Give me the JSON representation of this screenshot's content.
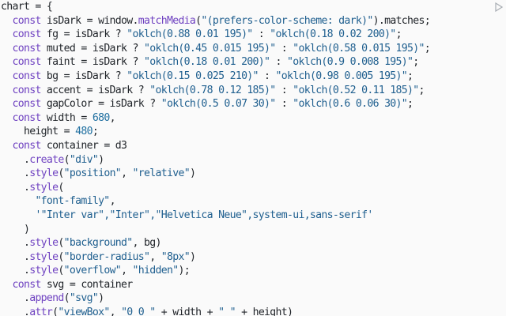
{
  "editor": {
    "lines": [
      [
        {
          "t": "plain",
          "v": "chart = {"
        }
      ],
      [
        {
          "t": "plain",
          "v": "  "
        },
        {
          "t": "kw",
          "v": "const"
        },
        {
          "t": "plain",
          "v": " isDark = window."
        },
        {
          "t": "fn",
          "v": "matchMedia"
        },
        {
          "t": "plain",
          "v": "("
        },
        {
          "t": "str",
          "v": "\"(prefers-color-scheme: dark)\""
        },
        {
          "t": "plain",
          "v": ").matches;"
        }
      ],
      [
        {
          "t": "plain",
          "v": "  "
        },
        {
          "t": "kw",
          "v": "const"
        },
        {
          "t": "plain",
          "v": " fg = isDark ? "
        },
        {
          "t": "str",
          "v": "\"oklch(0.88 0.01 195)\""
        },
        {
          "t": "plain",
          "v": " : "
        },
        {
          "t": "str",
          "v": "\"oklch(0.18 0.02 200)\""
        },
        {
          "t": "plain",
          "v": ";"
        }
      ],
      [
        {
          "t": "plain",
          "v": "  "
        },
        {
          "t": "kw",
          "v": "const"
        },
        {
          "t": "plain",
          "v": " muted = isDark ? "
        },
        {
          "t": "str",
          "v": "\"oklch(0.45 0.015 195)\""
        },
        {
          "t": "plain",
          "v": " : "
        },
        {
          "t": "str",
          "v": "\"oklch(0.58 0.015 195)\""
        },
        {
          "t": "plain",
          "v": ";"
        }
      ],
      [
        {
          "t": "plain",
          "v": "  "
        },
        {
          "t": "kw",
          "v": "const"
        },
        {
          "t": "plain",
          "v": " faint = isDark ? "
        },
        {
          "t": "str",
          "v": "\"oklch(0.18 0.01 200)\""
        },
        {
          "t": "plain",
          "v": " : "
        },
        {
          "t": "str",
          "v": "\"oklch(0.9 0.008 195)\""
        },
        {
          "t": "plain",
          "v": ";"
        }
      ],
      [
        {
          "t": "plain",
          "v": "  "
        },
        {
          "t": "kw",
          "v": "const"
        },
        {
          "t": "plain",
          "v": " bg = isDark ? "
        },
        {
          "t": "str",
          "v": "\"oklch(0.15 0.025 210)\""
        },
        {
          "t": "plain",
          "v": " : "
        },
        {
          "t": "str",
          "v": "\"oklch(0.98 0.005 195)\""
        },
        {
          "t": "plain",
          "v": ";"
        }
      ],
      [
        {
          "t": "plain",
          "v": "  "
        },
        {
          "t": "kw",
          "v": "const"
        },
        {
          "t": "plain",
          "v": " accent = isDark ? "
        },
        {
          "t": "str",
          "v": "\"oklch(0.78 0.12 185)\""
        },
        {
          "t": "plain",
          "v": " : "
        },
        {
          "t": "str",
          "v": "\"oklch(0.52 0.11 185)\""
        },
        {
          "t": "plain",
          "v": ";"
        }
      ],
      [
        {
          "t": "plain",
          "v": "  "
        },
        {
          "t": "kw",
          "v": "const"
        },
        {
          "t": "plain",
          "v": " gapColor = isDark ? "
        },
        {
          "t": "str",
          "v": "\"oklch(0.5 0.07 30)\""
        },
        {
          "t": "plain",
          "v": " : "
        },
        {
          "t": "str",
          "v": "\"oklch(0.6 0.06 30)\""
        },
        {
          "t": "plain",
          "v": ";"
        }
      ],
      [
        {
          "t": "plain",
          "v": "  "
        },
        {
          "t": "kw",
          "v": "const"
        },
        {
          "t": "plain",
          "v": " width = "
        },
        {
          "t": "num",
          "v": "680"
        },
        {
          "t": "plain",
          "v": ","
        }
      ],
      [
        {
          "t": "plain",
          "v": "    height = "
        },
        {
          "t": "num",
          "v": "480"
        },
        {
          "t": "plain",
          "v": ";"
        }
      ],
      [
        {
          "t": "plain",
          "v": "  "
        },
        {
          "t": "kw",
          "v": "const"
        },
        {
          "t": "plain",
          "v": " container = d3"
        }
      ],
      [
        {
          "t": "plain",
          "v": "    ."
        },
        {
          "t": "fn",
          "v": "create"
        },
        {
          "t": "plain",
          "v": "("
        },
        {
          "t": "str",
          "v": "\"div\""
        },
        {
          "t": "plain",
          "v": ")"
        }
      ],
      [
        {
          "t": "plain",
          "v": "    ."
        },
        {
          "t": "fn",
          "v": "style"
        },
        {
          "t": "plain",
          "v": "("
        },
        {
          "t": "str",
          "v": "\"position\""
        },
        {
          "t": "plain",
          "v": ", "
        },
        {
          "t": "str",
          "v": "\"relative\""
        },
        {
          "t": "plain",
          "v": ")"
        }
      ],
      [
        {
          "t": "plain",
          "v": "    ."
        },
        {
          "t": "fn",
          "v": "style"
        },
        {
          "t": "plain",
          "v": "("
        }
      ],
      [
        {
          "t": "plain",
          "v": "      "
        },
        {
          "t": "str",
          "v": "\"font-family\""
        },
        {
          "t": "plain",
          "v": ","
        }
      ],
      [
        {
          "t": "plain",
          "v": "      "
        },
        {
          "t": "str",
          "v": "'\"Inter var\",\"Inter\",\"Helvetica Neue\",system-ui,sans-serif'"
        }
      ],
      [
        {
          "t": "plain",
          "v": "    )"
        }
      ],
      [
        {
          "t": "plain",
          "v": "    ."
        },
        {
          "t": "fn",
          "v": "style"
        },
        {
          "t": "plain",
          "v": "("
        },
        {
          "t": "str",
          "v": "\"background\""
        },
        {
          "t": "plain",
          "v": ", bg)"
        }
      ],
      [
        {
          "t": "plain",
          "v": "    ."
        },
        {
          "t": "fn",
          "v": "style"
        },
        {
          "t": "plain",
          "v": "("
        },
        {
          "t": "str",
          "v": "\"border-radius\""
        },
        {
          "t": "plain",
          "v": ", "
        },
        {
          "t": "str",
          "v": "\"8px\""
        },
        {
          "t": "plain",
          "v": ")"
        }
      ],
      [
        {
          "t": "plain",
          "v": "    ."
        },
        {
          "t": "fn",
          "v": "style"
        },
        {
          "t": "plain",
          "v": "("
        },
        {
          "t": "str",
          "v": "\"overflow\""
        },
        {
          "t": "plain",
          "v": ", "
        },
        {
          "t": "str",
          "v": "\"hidden\""
        },
        {
          "t": "plain",
          "v": ");"
        }
      ],
      [
        {
          "t": "plain",
          "v": "  "
        },
        {
          "t": "kw",
          "v": "const"
        },
        {
          "t": "plain",
          "v": " svg = container"
        }
      ],
      [
        {
          "t": "plain",
          "v": "    ."
        },
        {
          "t": "fn",
          "v": "append"
        },
        {
          "t": "plain",
          "v": "("
        },
        {
          "t": "str",
          "v": "\"svg\""
        },
        {
          "t": "plain",
          "v": ")"
        }
      ],
      [
        {
          "t": "plain",
          "v": "    ."
        },
        {
          "t": "fn",
          "v": "attr"
        },
        {
          "t": "plain",
          "v": "("
        },
        {
          "t": "str",
          "v": "\"viewBox\""
        },
        {
          "t": "plain",
          "v": ", "
        },
        {
          "t": "str",
          "v": "\"0 0 \""
        },
        {
          "t": "plain",
          "v": " + width + "
        },
        {
          "t": "str",
          "v": "\" \""
        },
        {
          "t": "plain",
          "v": " + height)"
        }
      ]
    ],
    "corner_icon": "collapse-icon",
    "colors": {
      "background": "#fafafa",
      "keyword": "#6f42c1",
      "string": "#1f5f8f",
      "number": "#1f6fa0",
      "plain": "#1f2328"
    }
  }
}
